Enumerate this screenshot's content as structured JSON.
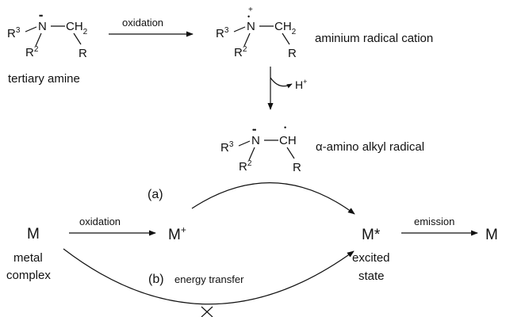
{
  "atoms": {
    "n": "N",
    "ch2": "CH",
    "ch": "CH",
    "r": "R",
    "r2": "R",
    "r3": "R",
    "sub2": "2",
    "sup2": "2",
    "sup3": "3",
    "lone_pair": "••",
    "plus": "+",
    "radical_dot": "•"
  },
  "labels": {
    "tertiary_amine": "tertiary amine",
    "aminium_radical_cation": "aminium radical cation",
    "alpha_amino_alkyl_radical": "α-amino alkyl radical",
    "oxidation_top": "oxidation",
    "proton": "H",
    "proton_charge": "+",
    "path_a": "(a)",
    "path_b": "(b)",
    "energy_transfer": "energy transfer",
    "m_left": "M",
    "metal": "metal",
    "complex": "complex",
    "oxidation_bottom": "oxidation",
    "m_plus": "M",
    "m_plus_charge": "+",
    "m_star": "M*",
    "excited": "excited",
    "state": "state",
    "emission": "emission",
    "m_right": "M"
  }
}
